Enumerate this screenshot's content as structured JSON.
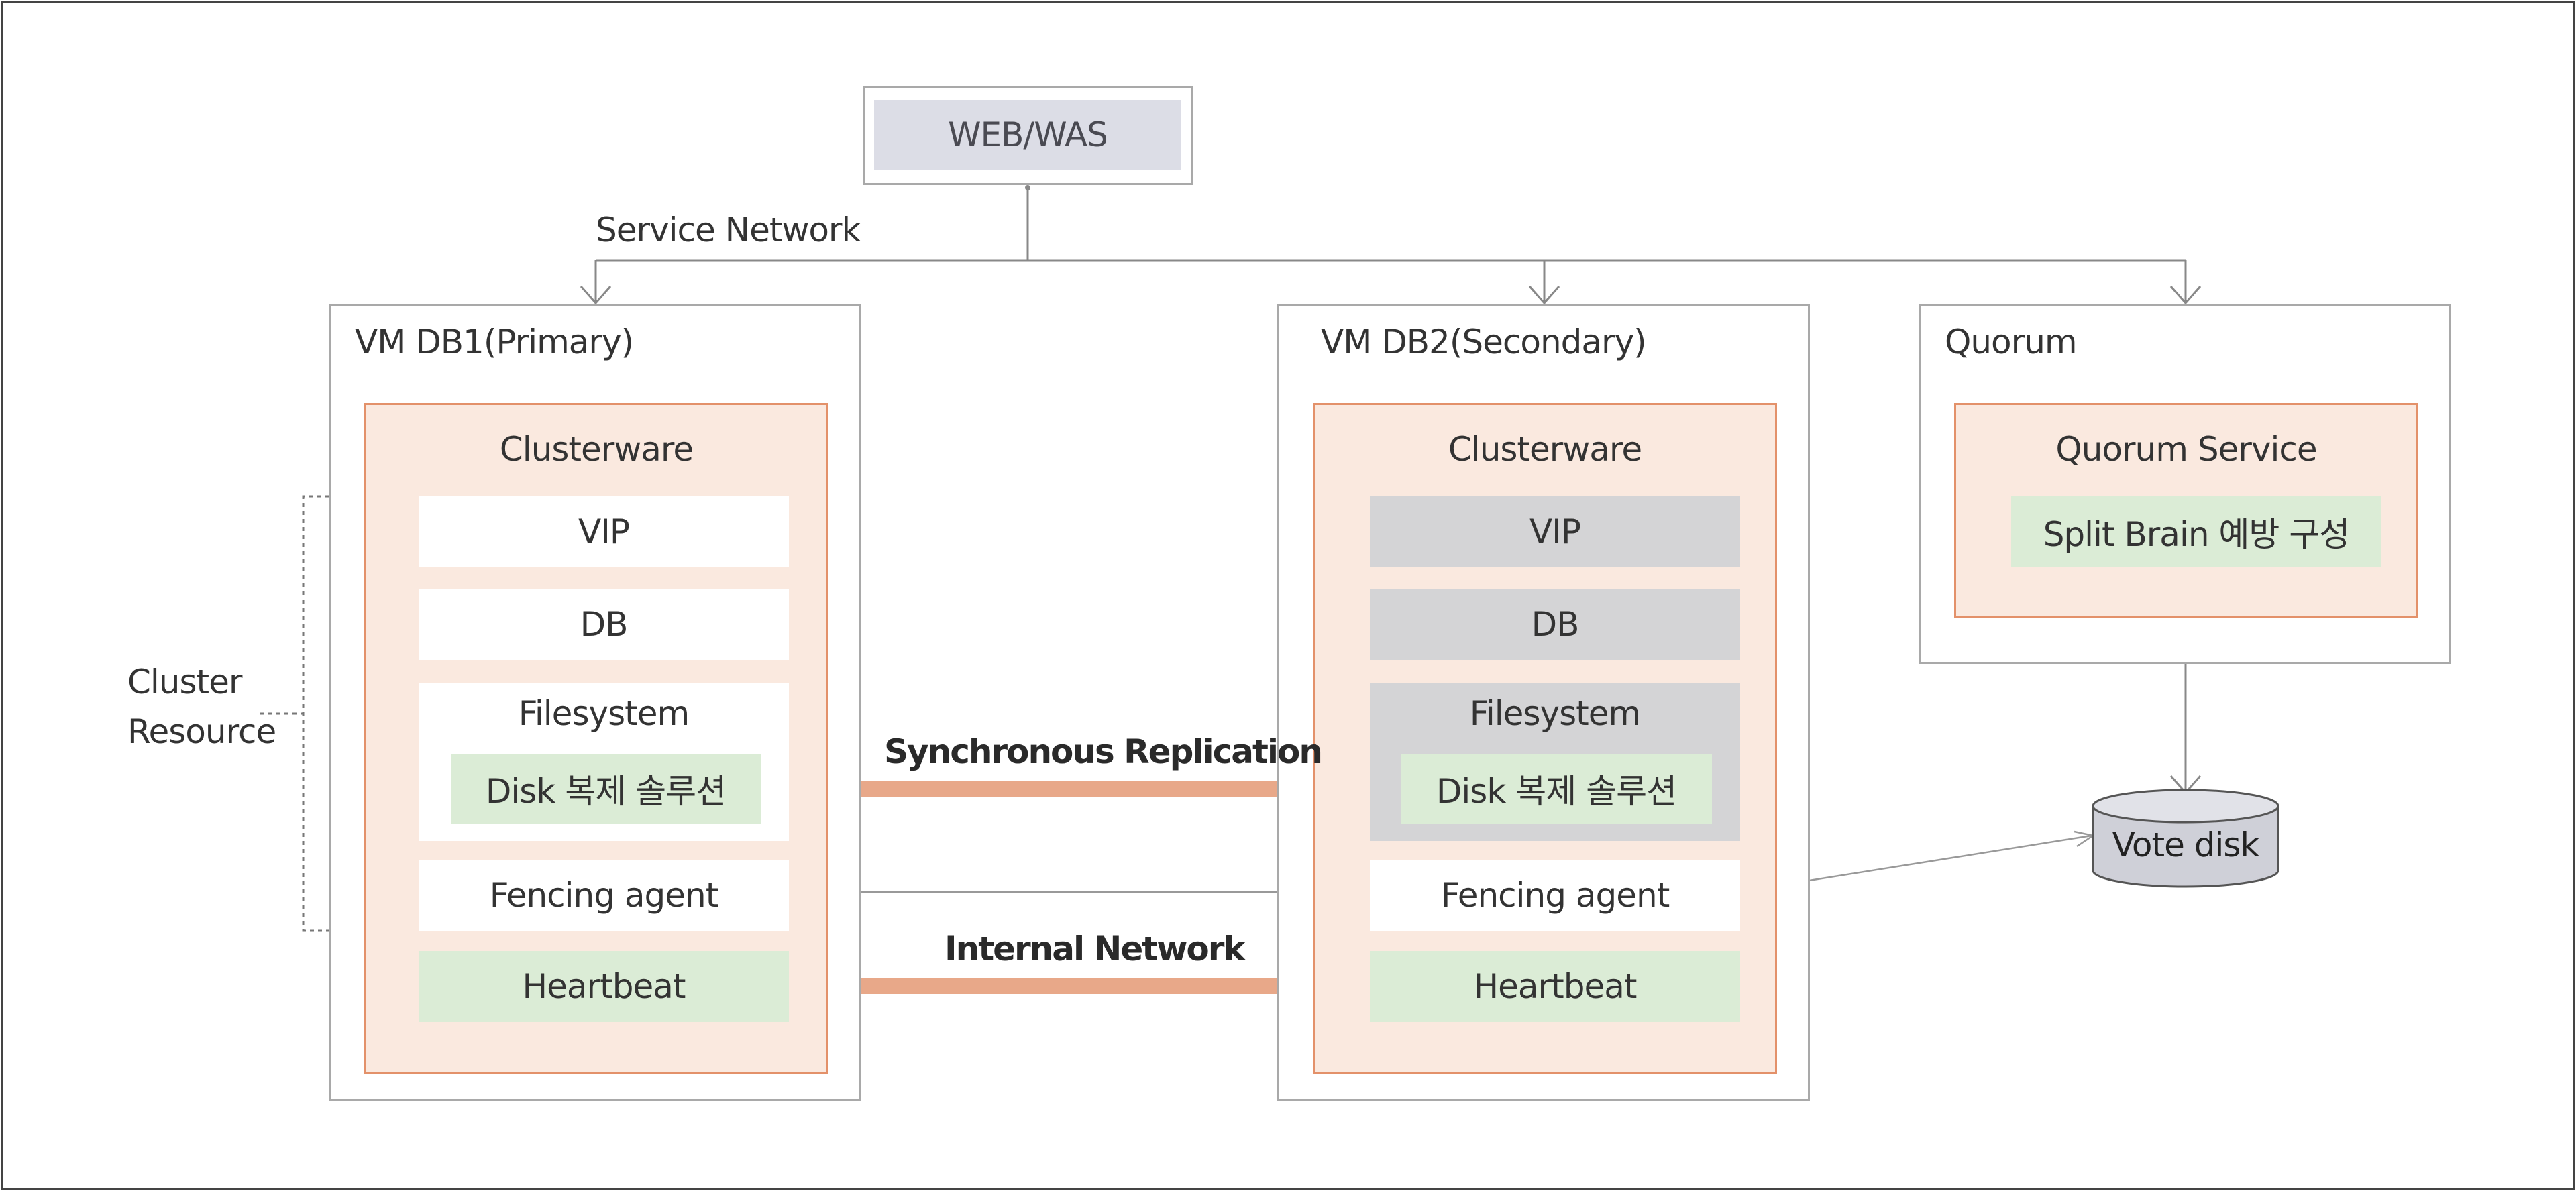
{
  "web": {
    "label": "WEB/WAS"
  },
  "service_network": {
    "label": "Service Network"
  },
  "cluster_resource": {
    "line1": "Cluster",
    "line2": "Resource"
  },
  "vm1": {
    "title": "VM DB1(Primary)",
    "clusterware": "Clusterware",
    "vip": "VIP",
    "db": "DB",
    "filesystem": "Filesystem",
    "disk": "Disk 복제 솔루션",
    "fencing": "Fencing agent",
    "heartbeat": "Heartbeat"
  },
  "vm2": {
    "title": "VM DB2(Secondary)",
    "clusterware": "Clusterware",
    "vip": "VIP",
    "db": "DB",
    "filesystem": "Filesystem",
    "disk": "Disk 복제 솔루션",
    "fencing": "Fencing agent",
    "heartbeat": "Heartbeat"
  },
  "quorum": {
    "title": "Quorum",
    "service": "Quorum Service",
    "split_brain": "Split Brain 예방 구성"
  },
  "vote_disk": {
    "label": "Vote disk"
  },
  "sync_replication": {
    "label": "Synchronous Replication"
  },
  "internal_network": {
    "label": "Internal Network"
  },
  "colors": {
    "orange_border": "#e3916a",
    "orange_fill": "#fae9df",
    "arrow": "#e8a889",
    "green_box": "#dbecd6",
    "gray_box": "#d4d4d6",
    "web_fill": "#dcdde6",
    "vote_disk_fill": "#cfd0d8"
  }
}
